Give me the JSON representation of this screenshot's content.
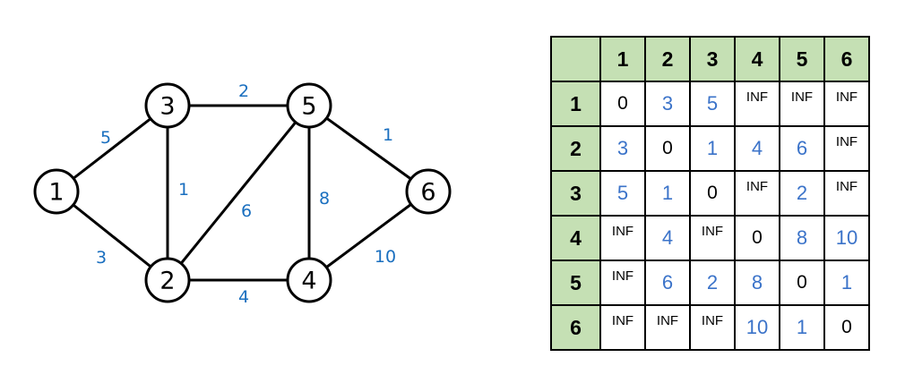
{
  "graph": {
    "nodes": [
      {
        "id": "1",
        "label": "1"
      },
      {
        "id": "2",
        "label": "2"
      },
      {
        "id": "3",
        "label": "3"
      },
      {
        "id": "4",
        "label": "4"
      },
      {
        "id": "5",
        "label": "5"
      },
      {
        "id": "6",
        "label": "6"
      }
    ],
    "edges": [
      {
        "from": "1",
        "to": "3",
        "weight": "5"
      },
      {
        "from": "1",
        "to": "2",
        "weight": "3"
      },
      {
        "from": "3",
        "to": "5",
        "weight": "2"
      },
      {
        "from": "3",
        "to": "2",
        "weight": "1"
      },
      {
        "from": "2",
        "to": "5",
        "weight": "6"
      },
      {
        "from": "2",
        "to": "4",
        "weight": "4"
      },
      {
        "from": "5",
        "to": "4",
        "weight": "8"
      },
      {
        "from": "5",
        "to": "6",
        "weight": "1"
      },
      {
        "from": "4",
        "to": "6",
        "weight": "10"
      }
    ],
    "colors": {
      "weight": "#1a6fbf",
      "stroke": "#000000"
    }
  },
  "matrix": {
    "columns": [
      "1",
      "2",
      "3",
      "4",
      "5",
      "6"
    ],
    "rows": [
      {
        "label": "1",
        "cells": [
          "0",
          "3",
          "5",
          "INF",
          "INF",
          "INF"
        ]
      },
      {
        "label": "2",
        "cells": [
          "3",
          "0",
          "1",
          "4",
          "6",
          "INF"
        ]
      },
      {
        "label": "3",
        "cells": [
          "5",
          "1",
          "0",
          "INF",
          "2",
          "INF"
        ]
      },
      {
        "label": "4",
        "cells": [
          "INF",
          "4",
          "INF",
          "0",
          "8",
          "10"
        ]
      },
      {
        "label": "5",
        "cells": [
          "INF",
          "6",
          "2",
          "8",
          "0",
          "1"
        ]
      },
      {
        "label": "6",
        "cells": [
          "INF",
          "INF",
          "INF",
          "10",
          "1",
          "0"
        ]
      }
    ],
    "colors": {
      "header_bg": "#c5e0b4",
      "value": "#3b73c9",
      "zero": "#000000",
      "inf": "#000000"
    }
  }
}
